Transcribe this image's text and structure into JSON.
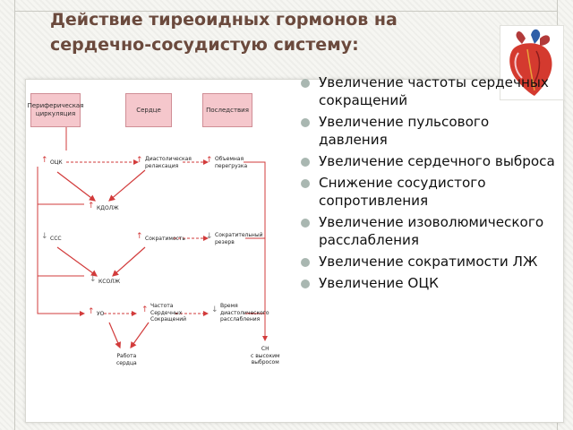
{
  "slide": {
    "title": "Действие тиреоидных гормонов на сердечно-сосудистую систему:"
  },
  "diagram": {
    "headers": [
      "Периферическая циркуляция",
      "Сердце",
      "Последствия"
    ],
    "nodes": {
      "ock": "ОЦК",
      "diastolic_relax": "Диастолическая\nрелаксация",
      "volume_overload": "Объемная\nперегрузка",
      "kdolzh": "КДОЛЖ",
      "sss": "ССС",
      "contractility": "Сократимость",
      "contractile_reserve": "Сократительный\nрезерв",
      "ksolzh": "КСОЛЖ",
      "uo": "УО",
      "hr": "Частота\nСердечных\nСокращений",
      "diastolic_time": "Время\nдиастолического\nрасслабления",
      "work": "Работа\nсердца",
      "hf": "СН\nс высоким\nвыбросом"
    }
  },
  "bullets": [
    "Увеличение частоты сердечных сокращений",
    "Увеличение пульсового давления",
    "Увеличение сердечного выброса",
    "Снижение сосудистого сопротивления",
    "Увеличение изоволюмического расслабления",
    "Увеличение сократимости ЛЖ",
    "Увеличение ОЦК"
  ],
  "colors": {
    "title": "#6b4a3d",
    "box_fill": "#f5c7cc",
    "arrow": "#d23b3b",
    "bullet_dot": "#a9b7b1"
  },
  "icons": {
    "heart": "heart-anatomy-icon"
  }
}
